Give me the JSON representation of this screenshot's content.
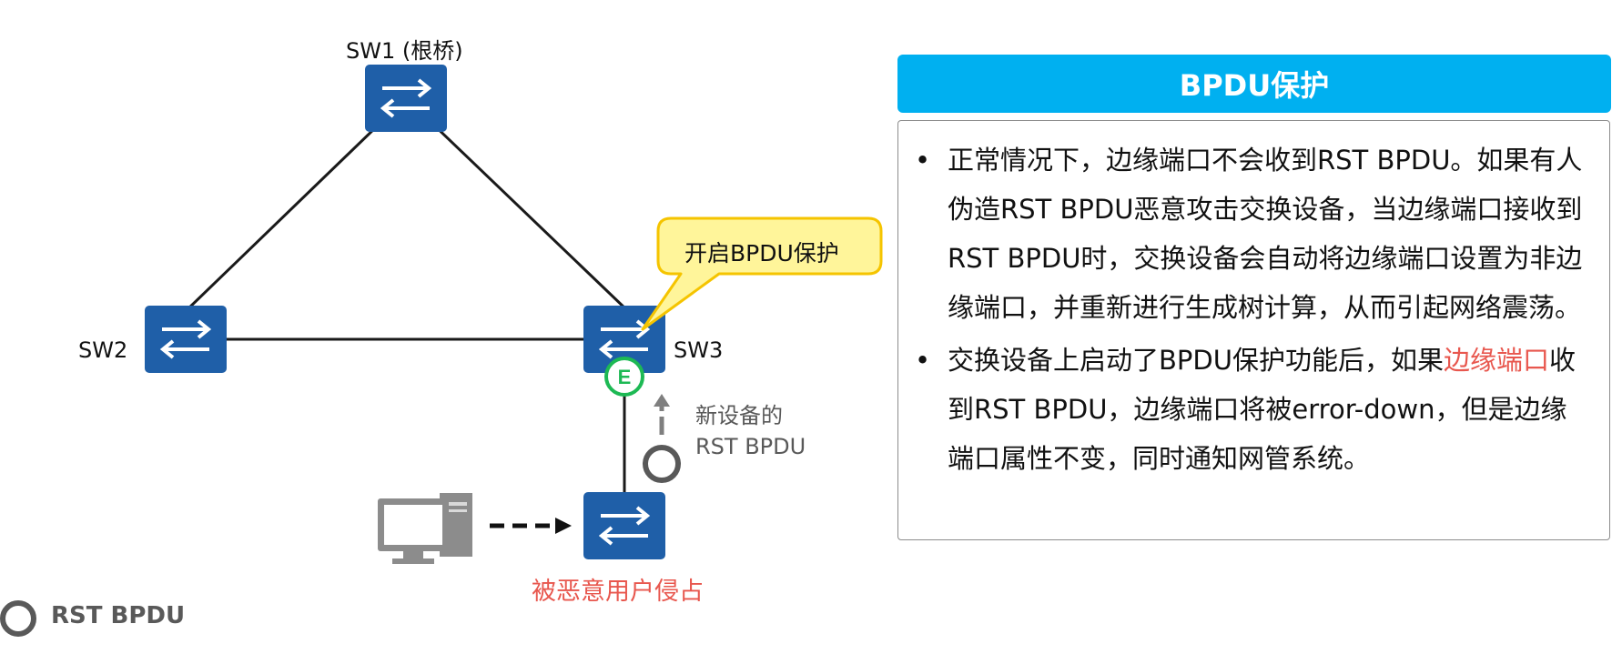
{
  "diagram": {
    "nodes": {
      "sw1": {
        "label": "SW1 (根桥)"
      },
      "sw2": {
        "label": "SW2"
      },
      "sw3": {
        "label": "SW3"
      },
      "attacker_switch": {
        "label": "被恶意用户侵占"
      }
    },
    "edge_port_badge": "E",
    "callout": "开启BPDU保护",
    "bpdu_note": {
      "line1": "新设备的",
      "line2": "RST BPDU"
    },
    "legend": {
      "label": "RST BPDU"
    },
    "colors": {
      "switch_fill": "#1f5fa8",
      "edge_badge": "#1db954",
      "callout_fill": "#fff59a",
      "callout_border": "#f5c400",
      "accent_red": "#e8574e",
      "header_bg": "#00b0f0"
    },
    "icons": {
      "switch": "switch-icon",
      "computer": "computer-icon"
    }
  },
  "panel": {
    "title": "BPDU保护",
    "bullets": [
      {
        "text": "正常情况下，边缘端口不会收到RST BPDU。如果有人伪造RST BPDU恶意攻击交换设备，当边缘端口接收到RST BPDU时，交换设备会自动将边缘端口设置为非边缘端口，并重新进行生成树计算，从而引起网络震荡。"
      },
      {
        "before": "交换设备上启动了BPDU保护功能后，如果",
        "highlight": "边缘端口",
        "after": "收到RST BPDU，边缘端口将被error-down，但是边缘端口属性不变，同时通知网管系统。"
      }
    ]
  }
}
